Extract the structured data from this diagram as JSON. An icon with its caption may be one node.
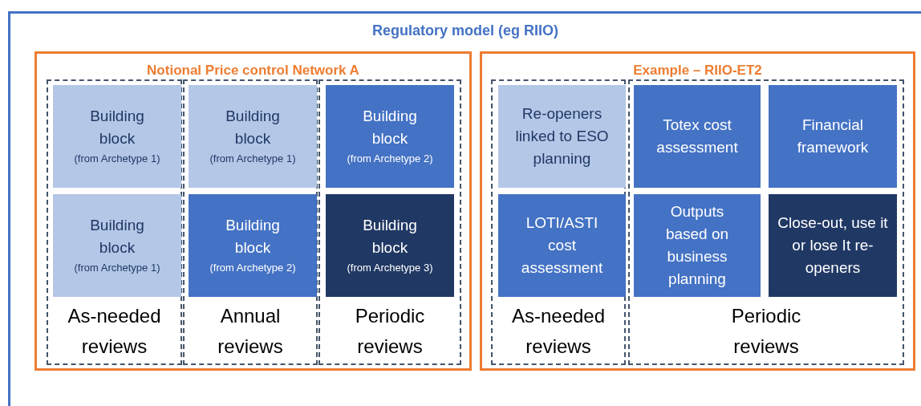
{
  "diagram": {
    "nodes": [
      {
        "text": [
          "Regulatory model (eg RIIO)"
        ]
      },
      {
        "text": [
          "Notional Price control Network A"
        ],
        "in": 0
      },
      {
        "text": [
          "As-needed reviews"
        ],
        "in": 1
      },
      {
        "text": [
          "Building block",
          "(from Archetype 1)"
        ],
        "in": 2
      },
      {
        "text": [
          "Building block",
          "(from Archetype 1)"
        ],
        "in": 2
      },
      {
        "text": [
          "Annual reviews"
        ],
        "in": 1
      },
      {
        "text": [
          "Building block",
          "(from Archetype 1)"
        ],
        "in": 5
      },
      {
        "text": [
          "Building block",
          "(from Archetype 2)"
        ],
        "in": 5
      },
      {
        "text": [
          "Periodic reviews"
        ],
        "in": 1
      },
      {
        "text": [
          "Building block",
          "(from Archetype 2)"
        ],
        "in": 8
      },
      {
        "text": [
          "Building block",
          "(from Archetype 3)"
        ],
        "in": 8
      },
      {
        "text": [
          "Example – RIIO-ET2"
        ],
        "in": 0
      },
      {
        "text": [
          "As-needed reviews"
        ],
        "in": 11
      },
      {
        "text": [
          "Re-openers linked to ESO planning"
        ],
        "in": 12
      },
      {
        "text": [
          "LOTI/ASTI cost assessment"
        ],
        "in": 12
      },
      {
        "text": [
          "Periodic reviews"
        ],
        "in": 11
      },
      {
        "text": [
          "Totex cost assessment"
        ],
        "in": 15
      },
      {
        "text": [
          "Financial framework"
        ],
        "in": 15
      },
      {
        "text": [
          "Outputs based on business planning"
        ],
        "in": 15
      },
      {
        "text": [
          "Close-out, use it or lose It re-openers"
        ],
        "in": 15
      }
    ],
    "edges": []
  }
}
